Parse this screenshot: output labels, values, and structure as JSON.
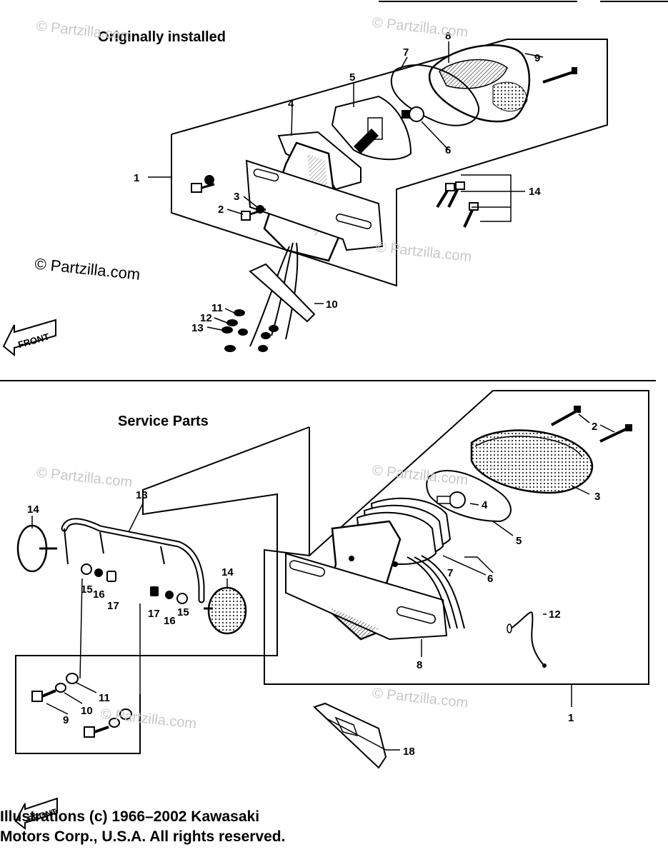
{
  "sections": {
    "top_title": "Originally installed",
    "bottom_title": "Service Parts"
  },
  "front_label": "FRONT",
  "watermarks": {
    "main": "© Partzilla.com",
    "faint": "© Partzilla.com"
  },
  "top_callouts": [
    "1",
    "2",
    "3",
    "4",
    "5",
    "6",
    "7",
    "8",
    "9",
    "10",
    "11",
    "12",
    "13",
    "14"
  ],
  "bottom_callouts": [
    "1",
    "2",
    "3",
    "4",
    "5",
    "6",
    "7",
    "8",
    "9",
    "10",
    "11",
    "12",
    "13",
    "14",
    "14",
    "15",
    "15",
    "16",
    "16",
    "17",
    "17",
    "18"
  ],
  "copyright": {
    "line1": "Illustrations (c) 1966–2002 Kawasaki",
    "line2": "Motors Corp., U.S.A.  All rights reserved."
  }
}
